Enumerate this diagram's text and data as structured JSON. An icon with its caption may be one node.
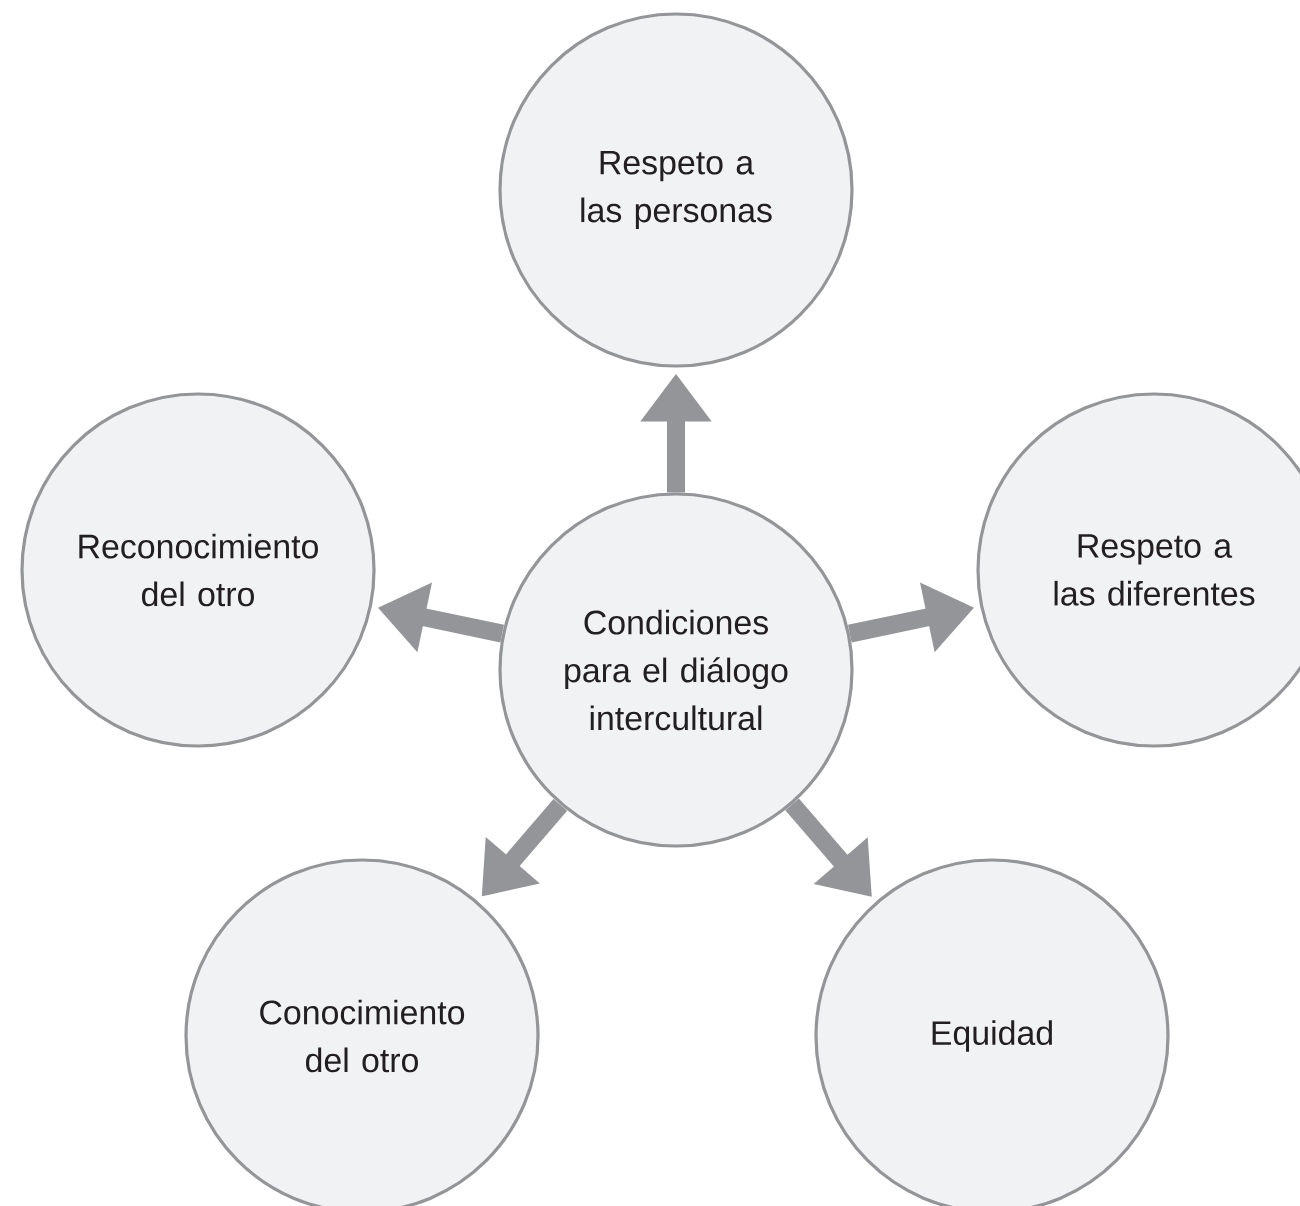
{
  "diagram": {
    "nodes": [
      {
        "text": [
          "Respeto a las personas"
        ]
      },
      {
        "text": [
          "Reconocimiento del otro"
        ]
      },
      {
        "text": [
          "Condiciones para el diálogo intercultural"
        ]
      },
      {
        "text": [
          "Respeto a las diferentes"
        ]
      },
      {
        "text": [
          "Conocimiento del otro"
        ]
      },
      {
        "text": [
          "Equidad"
        ]
      }
    ],
    "edges": [
      {
        "from": 2,
        "to": 0,
        "arrow": "to"
      },
      {
        "from": 2,
        "to": 1,
        "arrow": "to"
      },
      {
        "from": 2,
        "to": 3,
        "arrow": "to"
      },
      {
        "from": 2,
        "to": 4,
        "arrow": "to"
      },
      {
        "from": 2,
        "to": 5,
        "arrow": "to"
      }
    ]
  }
}
